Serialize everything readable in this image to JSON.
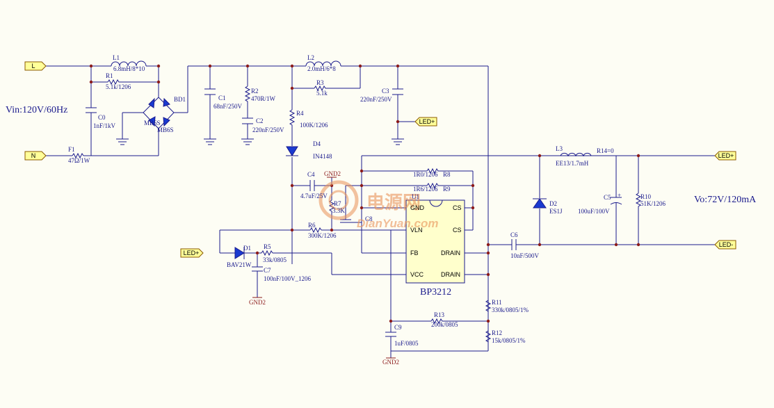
{
  "ports": {
    "l": "L",
    "n": "N",
    "led_plus_a": "LED+",
    "led_plus_b": "LED+",
    "led_plus_c": "LED+",
    "led_minus": "LED-"
  },
  "notes": {
    "vin": "Vin:120V/60Hz",
    "vout": "Vo:72V/120mA",
    "ic_name": "BP3212",
    "watermark_cn": "电源网",
    "watermark_en": "DianYuan.com"
  },
  "components": {
    "l1": {
      "ref": "L1",
      "val": "6.8mH/8*10"
    },
    "r1": {
      "ref": "R1",
      "val": "5.1k/1206"
    },
    "c0": {
      "ref": "C0",
      "val": "1nF/1kV"
    },
    "f1": {
      "ref": "F1",
      "val": "47Ω/1W"
    },
    "bd1": {
      "ref": "BD1",
      "val": "MB6S",
      "val2": "MB6S"
    },
    "c1": {
      "ref": "C1",
      "val": "68nF/250V"
    },
    "r2": {
      "ref": "R2",
      "val": "470R/1W"
    },
    "c2": {
      "ref": "C2",
      "val": "220nF/250V"
    },
    "l2": {
      "ref": "L2",
      "val": "2.0mH/6*8"
    },
    "r3": {
      "ref": "R3",
      "val": "5.1k"
    },
    "c3": {
      "ref": "C3",
      "val": "220nF/250V"
    },
    "r4": {
      "ref": "R4",
      "val": "100K/1206"
    },
    "d4": {
      "ref": "D4",
      "val": "IN4148"
    },
    "c4": {
      "ref": "C4",
      "val": "4.7uF/25V"
    },
    "r7": {
      "ref": "R7",
      "val": "3.3K"
    },
    "c8": {
      "ref": "C8"
    },
    "r6": {
      "ref": "R6",
      "val": "300K/1206"
    },
    "r8": {
      "ref": "R8",
      "val": "1R0/1206"
    },
    "r9": {
      "ref": "R9",
      "val": "1R6/1206"
    },
    "u1": {
      "ref": "U1"
    },
    "d1": {
      "ref": "D1",
      "val": "BAV21W"
    },
    "r5": {
      "ref": "R5",
      "val": "33k/0805"
    },
    "c7": {
      "ref": "C7",
      "val": "100nF/100V_1206"
    },
    "c6": {
      "ref": "C6",
      "val": "10nF/500V"
    },
    "l3": {
      "ref": "L3",
      "val": "EE13/1.7mH"
    },
    "r14": {
      "ref": "R14=0"
    },
    "d2": {
      "ref": "D2",
      "val": "ES1J"
    },
    "c5": {
      "ref": "C5",
      "val": "100uF/100V"
    },
    "r10": {
      "ref": "R10",
      "val": "51K/1206"
    },
    "r11": {
      "ref": "R11",
      "val": "330k/0805/1%"
    },
    "r12": {
      "ref": "R12",
      "val": "15k/0805/1%"
    },
    "r13": {
      "ref": "R13",
      "val": "200k/0805"
    },
    "c9": {
      "ref": "C9",
      "val": "1uF/0805"
    }
  },
  "gnd_labels": {
    "g1": "GND2",
    "g2": "GND2",
    "g3": "GND2"
  },
  "pins": {
    "gnd": "GND",
    "vln": "VLN",
    "fb": "FB",
    "vcc": "VCC",
    "cs1": "CS",
    "cs2": "CS",
    "drain1": "DRAIN",
    "drain2": "DRAIN"
  }
}
